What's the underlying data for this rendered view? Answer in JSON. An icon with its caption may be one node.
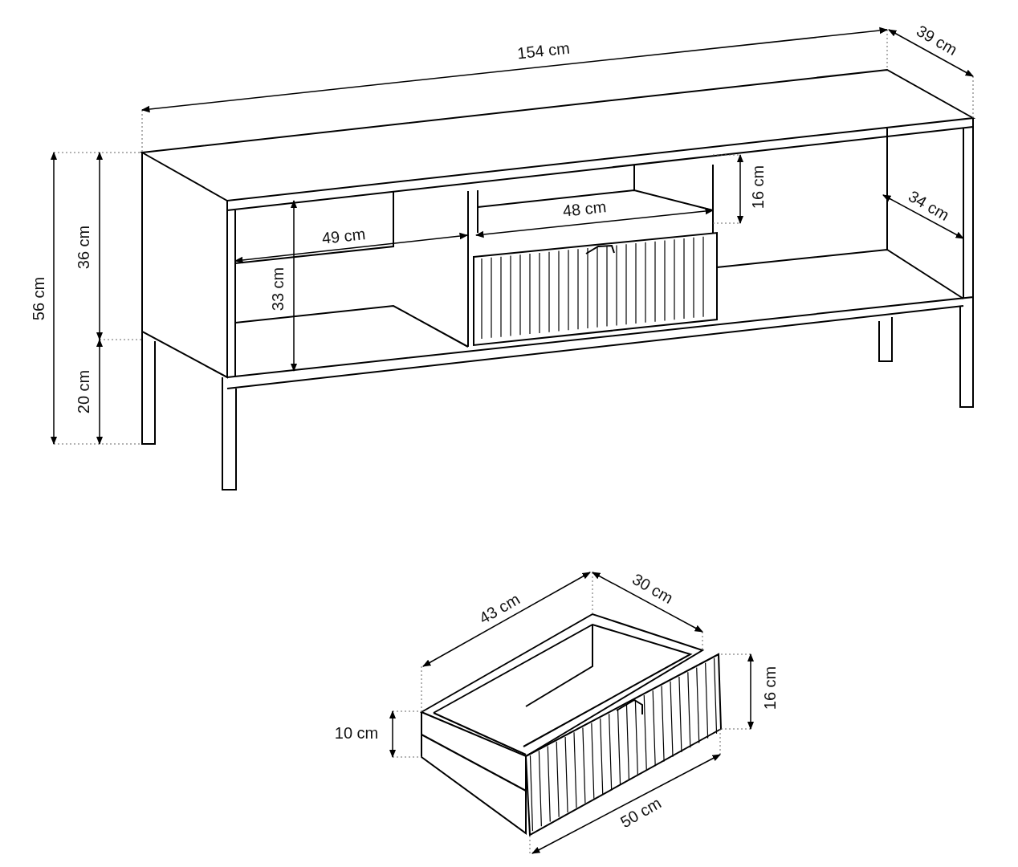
{
  "diagram": {
    "labels": [
      "154 cm",
      "39 cm",
      "56 cm",
      "36 cm",
      "20 cm",
      "49 cm",
      "48 cm",
      "16 cm",
      "34 cm",
      "33 cm",
      "43 cm",
      "30 cm",
      "16 cm",
      "10 cm",
      "50 cm"
    ]
  }
}
